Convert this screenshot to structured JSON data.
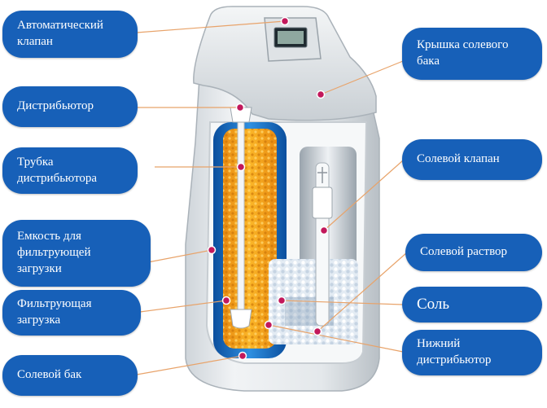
{
  "labels": [
    {
      "id": "auto-valve",
      "text": "Автоматический\nклапан"
    },
    {
      "id": "distributor",
      "text": "Дистрибьютор"
    },
    {
      "id": "distributor-tube",
      "text": "Трубка\nдистрибьютора"
    },
    {
      "id": "filter-vessel",
      "text": "Емкость для\nфильтрующей\nзагрузки"
    },
    {
      "id": "filter-media",
      "text": "Фильтрующая\nзагрузка"
    },
    {
      "id": "brine-tank",
      "text": "Солевой бак"
    },
    {
      "id": "brine-tank-lid",
      "text": "Крышка солевого\nбака"
    },
    {
      "id": "brine-valve",
      "text": "Солевой клапан"
    },
    {
      "id": "brine-solution",
      "text": "Солевой раствор"
    },
    {
      "id": "salt",
      "text": "Соль"
    },
    {
      "id": "bottom-distributor",
      "text": "Нижний\nдистрибьютор"
    }
  ],
  "colors": {
    "label_fill": "#1760b8",
    "label_text": "#ffffff",
    "leader_line": "#e8a36a",
    "marker": "#c2185b"
  }
}
